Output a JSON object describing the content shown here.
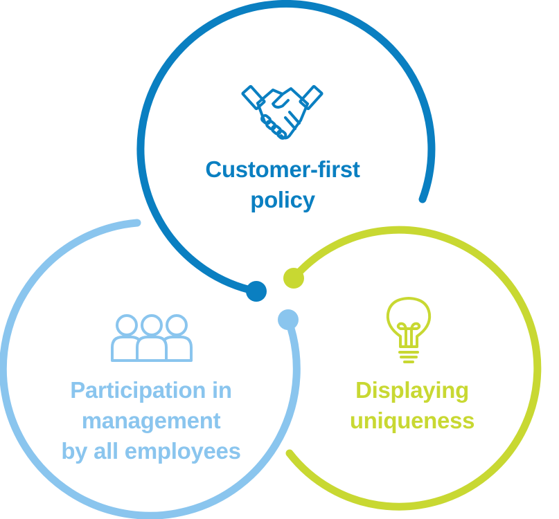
{
  "colors": {
    "top": "#0a7fc1",
    "left": "#8ac5ee",
    "right": "#c8d832"
  },
  "circles": [
    {
      "id": "top",
      "label_lines": [
        "Customer-first",
        "policy"
      ],
      "icon": "handshake-icon",
      "color": "#0a7fc1"
    },
    {
      "id": "left",
      "label_lines": [
        "Participation in",
        "management",
        "by all employees"
      ],
      "icon": "people-group-icon",
      "color": "#8ac5ee"
    },
    {
      "id": "right",
      "label_lines": [
        "Displaying",
        "uniqueness"
      ],
      "icon": "lightbulb-icon",
      "color": "#c8d832"
    }
  ]
}
